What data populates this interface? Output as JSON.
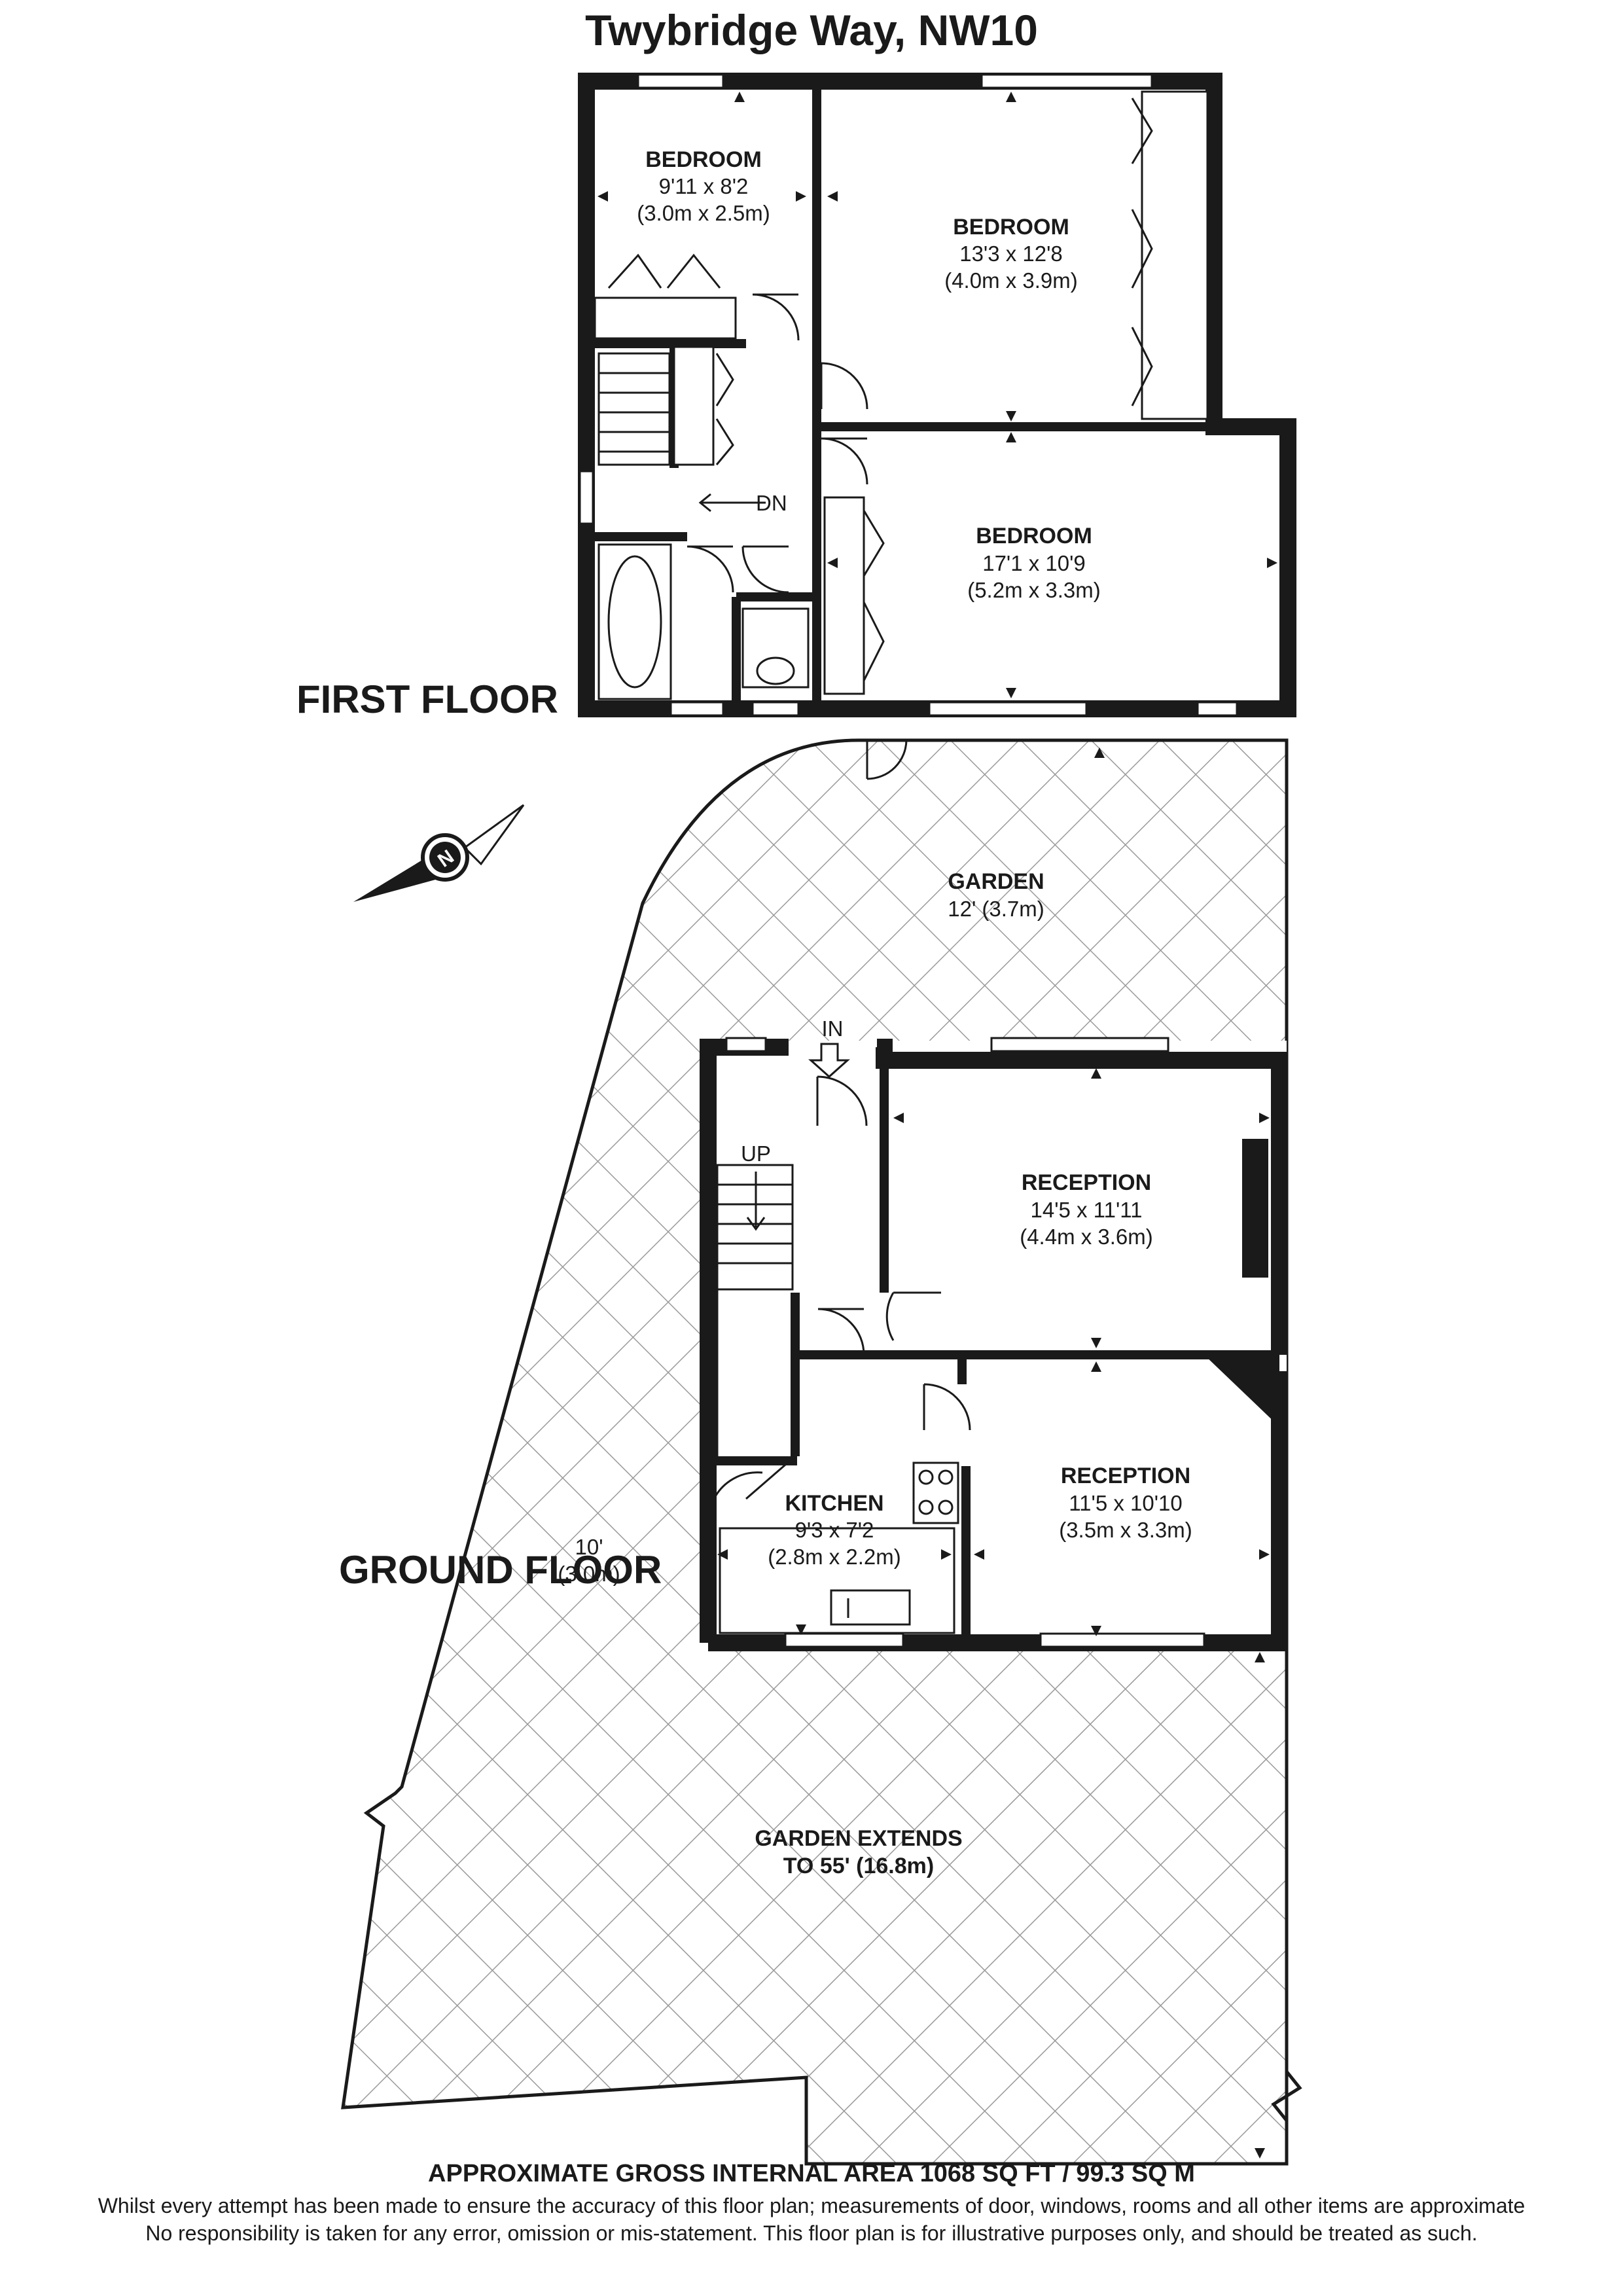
{
  "title": "Twybridge Way, NW10",
  "floors": {
    "first": {
      "label": "FIRST FLOOR",
      "rooms": [
        {
          "name": "BEDROOM",
          "imperial": "9'11 x 8'2",
          "metric": "(3.0m x 2.5m)"
        },
        {
          "name": "BEDROOM",
          "imperial": "13'3 x 12'8",
          "metric": "(4.0m x 3.9m)"
        },
        {
          "name": "BEDROOM",
          "imperial": "17'1 x 10'9",
          "metric": "(5.2m x 3.3m)"
        }
      ],
      "stair_label": "DN"
    },
    "ground": {
      "label": "GROUND FLOOR",
      "rooms": [
        {
          "name": "RECEPTION",
          "imperial": "14'5 x 11'11",
          "metric": "(4.4m x 3.6m)"
        },
        {
          "name": "RECEPTION",
          "imperial": "11'5 x 10'10",
          "metric": "(3.5m x 3.3m)"
        },
        {
          "name": "KITCHEN",
          "imperial": "9'3 x 7'2",
          "metric": "(2.8m x 2.2m)"
        }
      ],
      "gardens": [
        {
          "name": "GARDEN",
          "measure": "12' (3.7m)"
        },
        {
          "name": "10'",
          "measure": "(3.0m)"
        },
        {
          "name": "GARDEN EXTENDS",
          "measure": "TO 55' (16.8m)"
        }
      ],
      "entrance_label": "IN",
      "stair_label": "UP"
    }
  },
  "compass": {
    "label": "N"
  },
  "area_summary": "APPROXIMATE GROSS INTERNAL AREA 1068 SQ FT / 99.3 SQ M",
  "disclaimer": [
    "Whilst every attempt has been made to ensure the accuracy of this floor plan; measurements of door, windows, rooms and all other items are approximate",
    "No responsibility is taken for any error, omission or mis-statement. This floor plan is for illustrative purposes only, and should be treated as such."
  ],
  "colors": {
    "wall": "#1a1a1a",
    "hatch": "#9a9a9a",
    "background": "#ffffff"
  }
}
